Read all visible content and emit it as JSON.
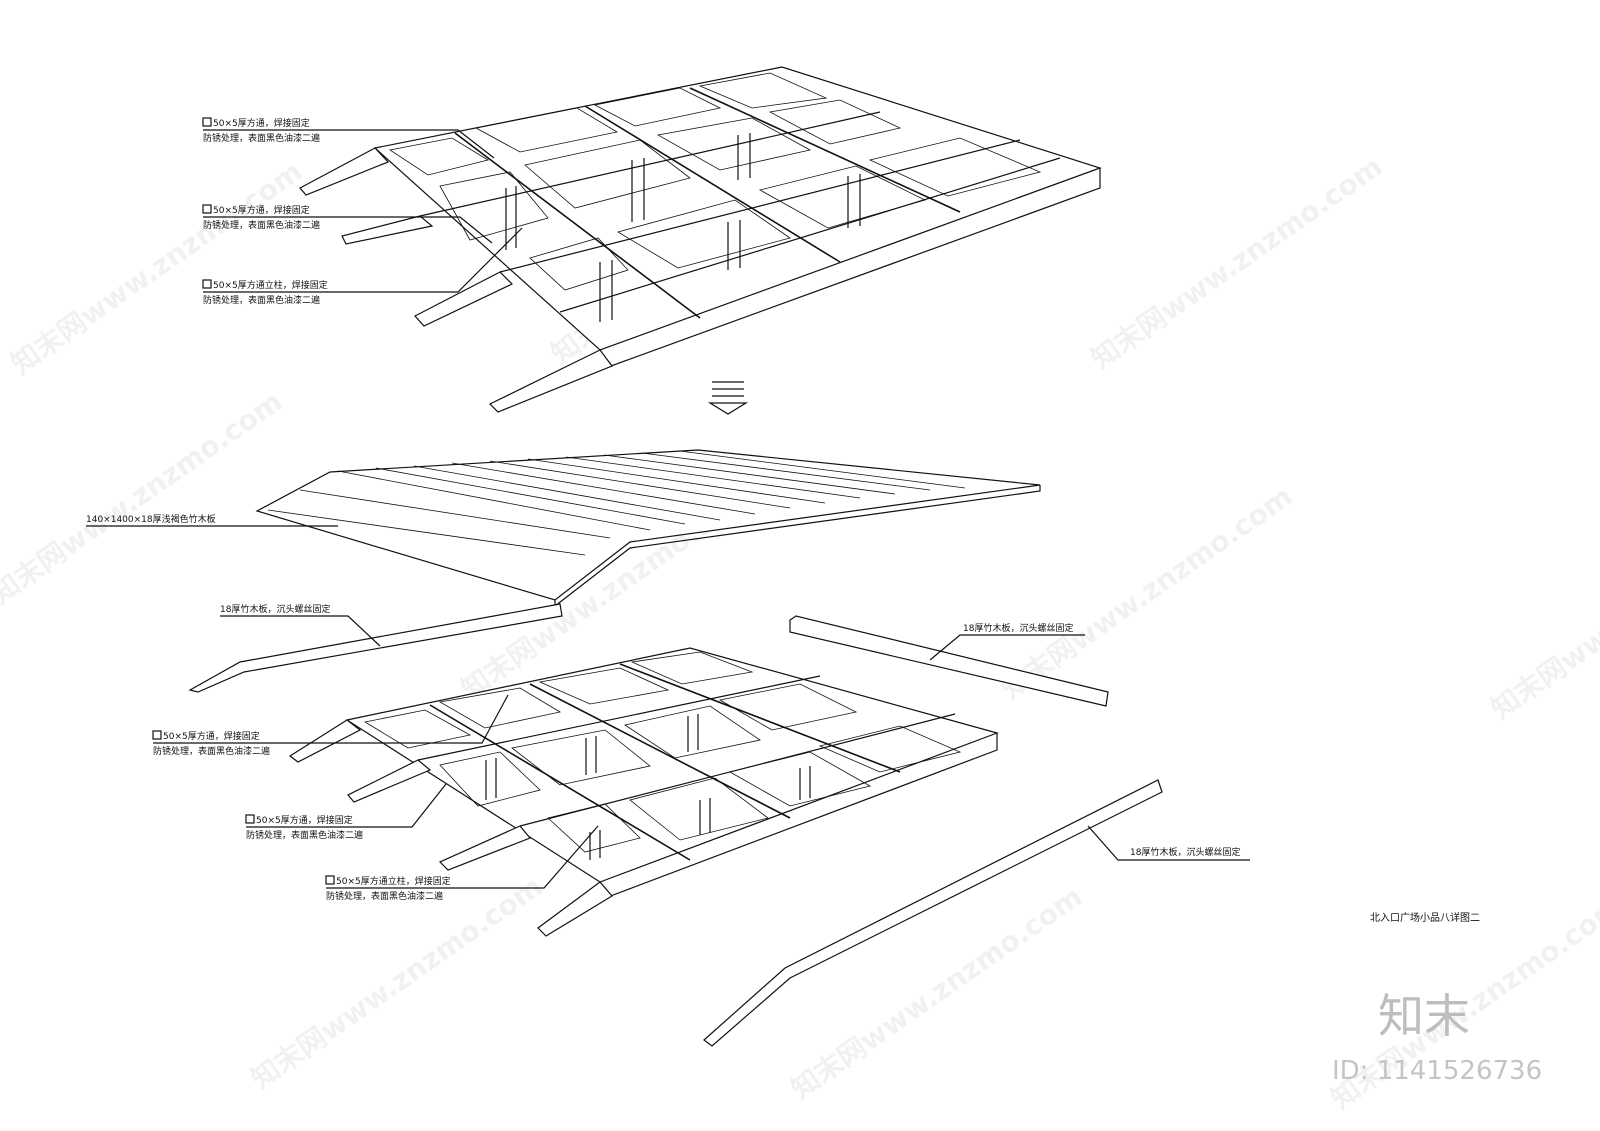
{
  "labels": {
    "top_a_line1": "50×5厚方通，焊接固定",
    "top_a_line2": "防锈处理，表面黑色油漆二遍",
    "top_b_line1": "50×5厚方通，焊接固定",
    "top_b_line2": "防锈处理，表面黑色油漆二遍",
    "top_c_line1": "50×5厚方通立柱，焊接固定",
    "top_c_line2": "防锈处理，表面黑色油漆二遍",
    "board": "140×1400×18厚浅褐色竹木板",
    "side_left": "18厚竹木板，沉头螺丝固定",
    "side_right": "18厚竹木板，沉头螺丝固定",
    "bot_a_line1": "50×5厚方通，焊接固定",
    "bot_a_line2": "防锈处理，表面黑色油漆二遍",
    "bot_b_line1": "50×5厚方通，焊接固定",
    "bot_b_line2": "防锈处理，表面黑色油漆二遍",
    "bot_c_line1": "50×5厚方通立柱，焊接固定",
    "bot_c_line2": "防锈处理，表面黑色油漆二遍",
    "side_bottom": "18厚竹木板，沉头螺丝固定",
    "drawing_title": "北入口广场小品八详图二"
  },
  "watermark": {
    "text": "知末网www.znzmo.com",
    "brand": "知末",
    "id": "ID: 1141526736"
  },
  "colors": {
    "stroke": "#111111",
    "background": "#ffffff"
  }
}
